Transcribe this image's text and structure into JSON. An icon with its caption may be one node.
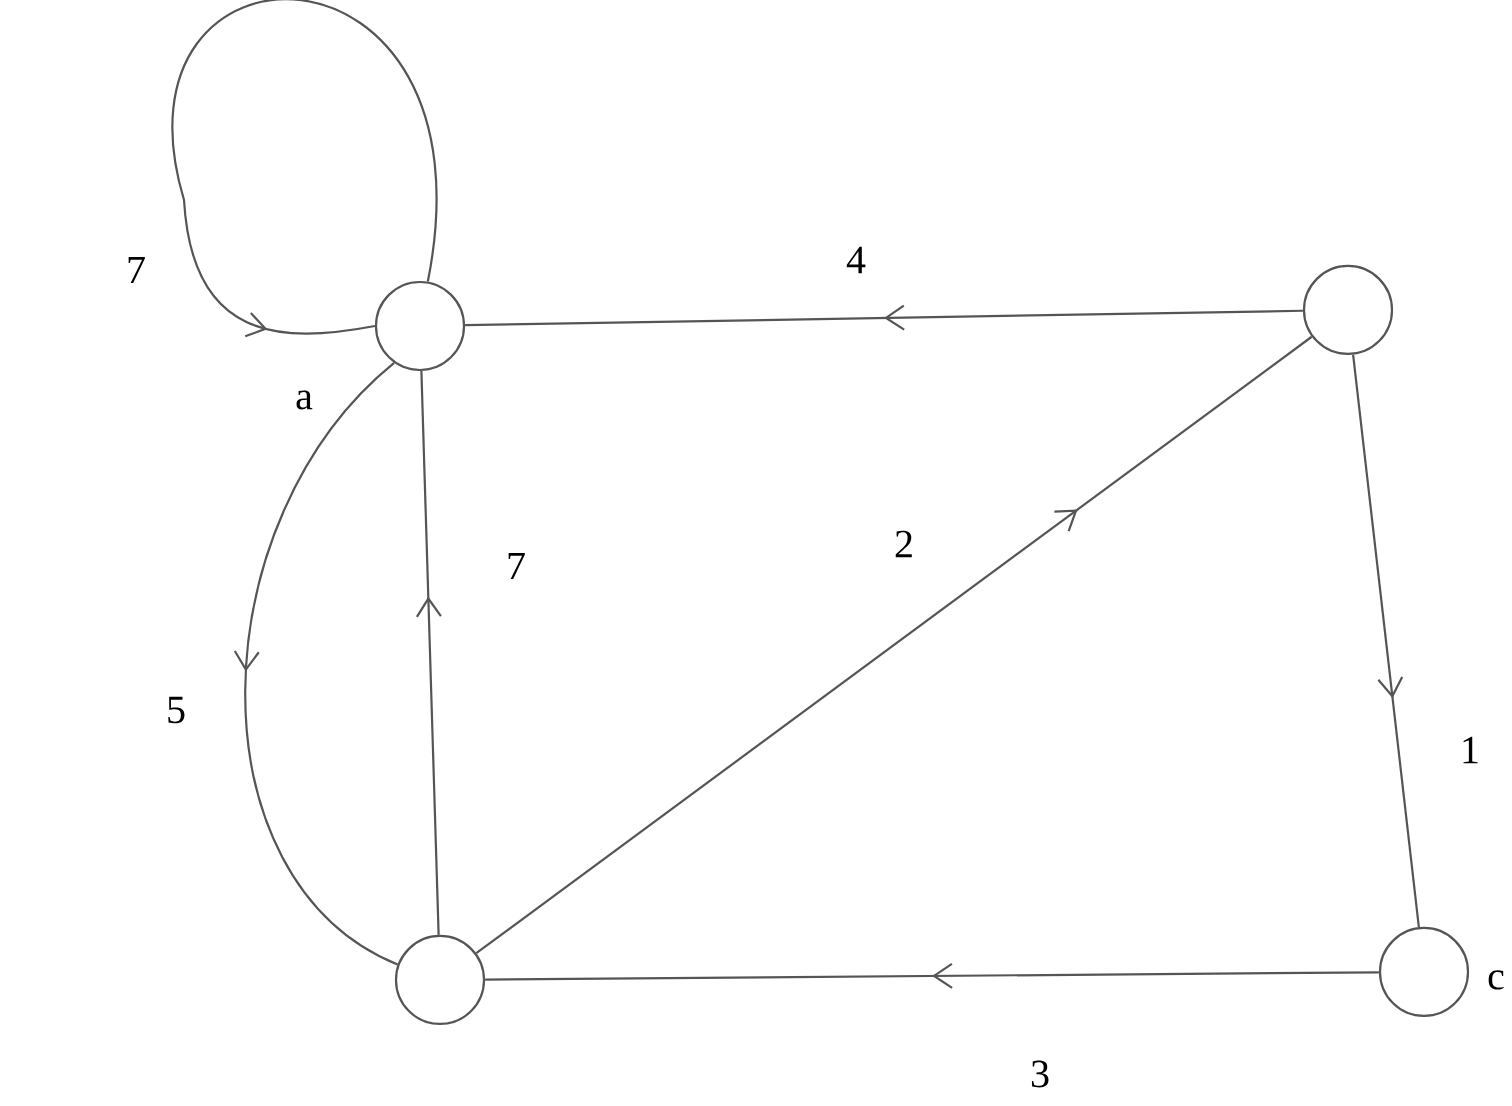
{
  "diagram": {
    "nodes": [
      {
        "text": [],
        "shape": "circle",
        "beside": [
          "a"
        ]
      },
      {
        "text": [],
        "shape": "circle"
      },
      {
        "text": [],
        "shape": "circle",
        "beside": [
          "c"
        ]
      },
      {
        "text": [],
        "shape": "circle"
      }
    ],
    "edges": [
      {
        "from": 0,
        "to": 0,
        "arrow": "to",
        "label": "7"
      },
      {
        "from": 1,
        "to": 0,
        "arrow": "to",
        "label": "4"
      },
      {
        "from": 3,
        "to": 1,
        "arrow": "to",
        "label": "2"
      },
      {
        "from": 3,
        "to": 0,
        "arrow": "to",
        "label": "7"
      },
      {
        "from": 1,
        "to": 2,
        "arrow": "to",
        "label": "1"
      },
      {
        "from": 2,
        "to": 3,
        "arrow": "to",
        "label": "3"
      },
      {
        "from": 0,
        "to": 3,
        "arrow": "to",
        "label": "5"
      }
    ]
  }
}
